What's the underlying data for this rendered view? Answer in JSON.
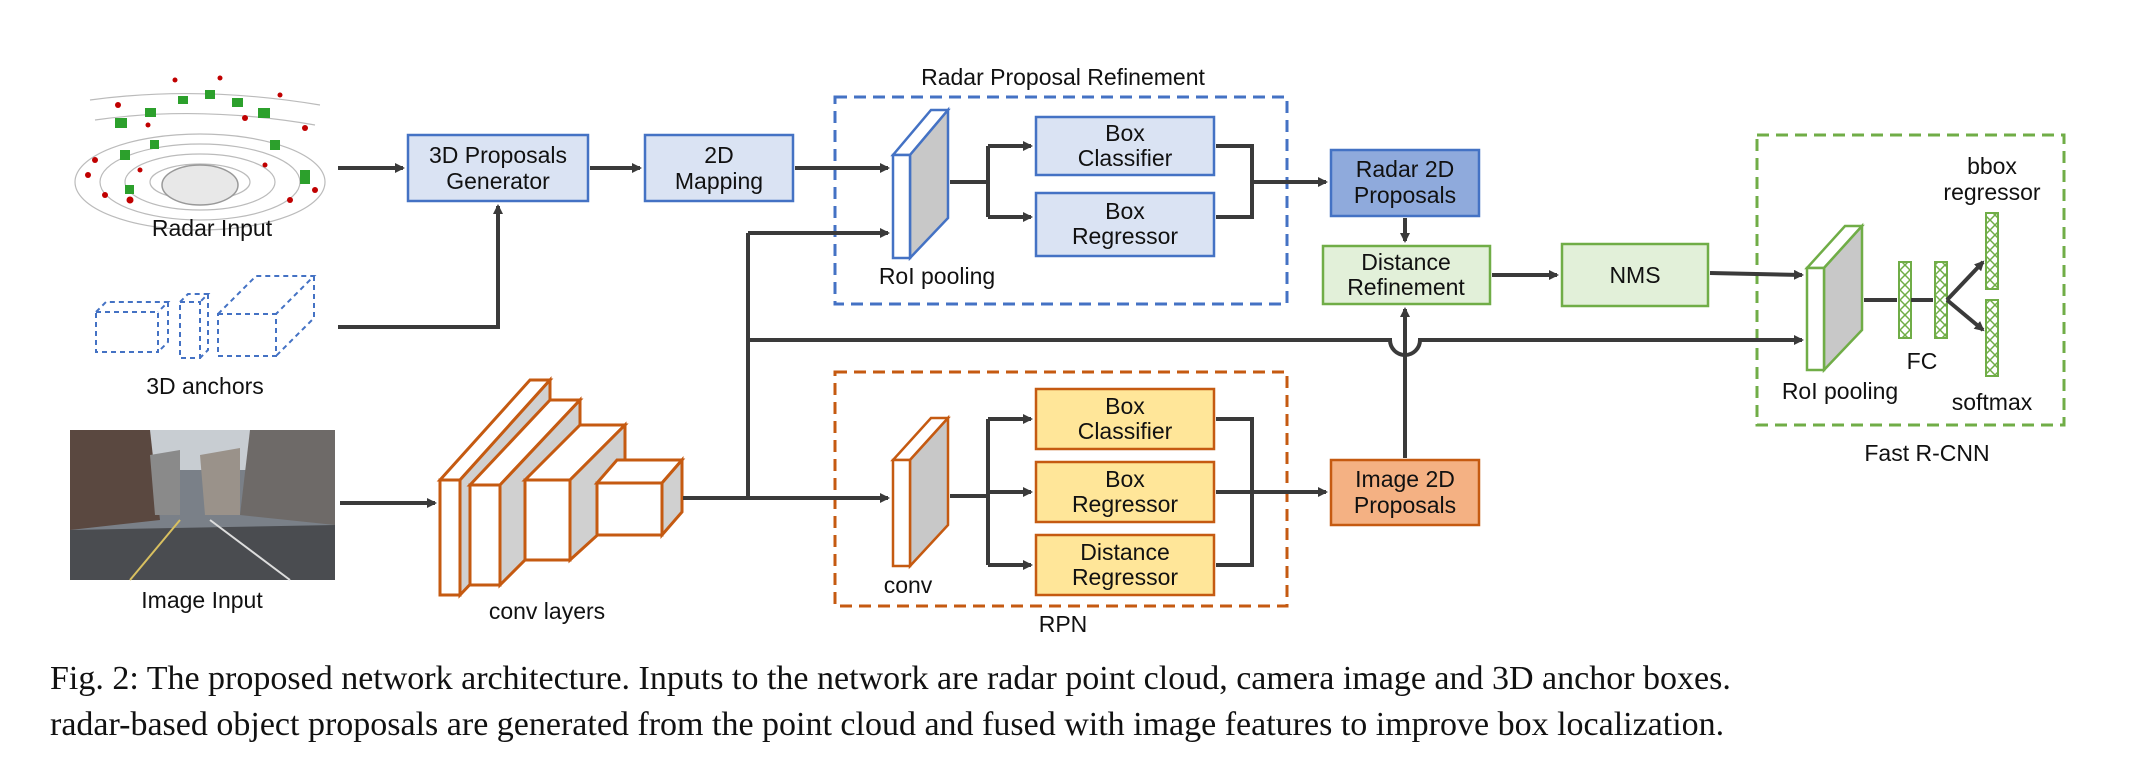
{
  "labels": {
    "radar_input": "Radar Input",
    "anchors": "3D anchors",
    "image_input": "Image Input",
    "conv_layers": "conv layers",
    "proposals_generator": [
      "3D Proposals",
      "Generator"
    ],
    "mapping": [
      "2D",
      "Mapping"
    ],
    "rpr_title": "Radar Proposal Refinement",
    "roi_pooling_1": "RoI pooling",
    "box_classifier_top": [
      "Box",
      "Classifier"
    ],
    "box_regressor_top": [
      "Box",
      "Regressor"
    ],
    "radar_2d_proposals": [
      "Radar 2D",
      "Proposals"
    ],
    "distance_refinement": [
      "Distance",
      "Refinement"
    ],
    "nms": "NMS",
    "rpn_title": "RPN",
    "rpn_conv": "conv",
    "box_classifier_rpn": [
      "Box",
      "Classifier"
    ],
    "box_regressor_rpn": [
      "Box",
      "Regressor"
    ],
    "distance_regressor": [
      "Distance",
      "Regressor"
    ],
    "image_2d_proposals": [
      "Image 2D",
      "Proposals"
    ],
    "fast_rcnn_title": "Fast R-CNN",
    "roi_pooling_2": "RoI pooling",
    "fc": "FC",
    "bbox_regressor": [
      "bbox",
      "regressor"
    ],
    "softmax": "softmax"
  },
  "caption": [
    "Fig. 2: The proposed network architecture. Inputs to the network are radar point cloud, camera image and 3D anchor boxes.",
    "radar-based object proposals are generated from the point cloud and fused with image features to improve box localization."
  ],
  "colors": {
    "blue_border": "#4472c4",
    "blue_fill": "#dae3f3",
    "blue_dark_fill": "#8faadc",
    "green_border": "#70ad47",
    "green_fill": "#e2f0d9",
    "orange_border": "#c55a11",
    "orange_fill": "#f4b183",
    "yellow_fill": "#ffe699",
    "arrow": "#3a3a3a"
  }
}
